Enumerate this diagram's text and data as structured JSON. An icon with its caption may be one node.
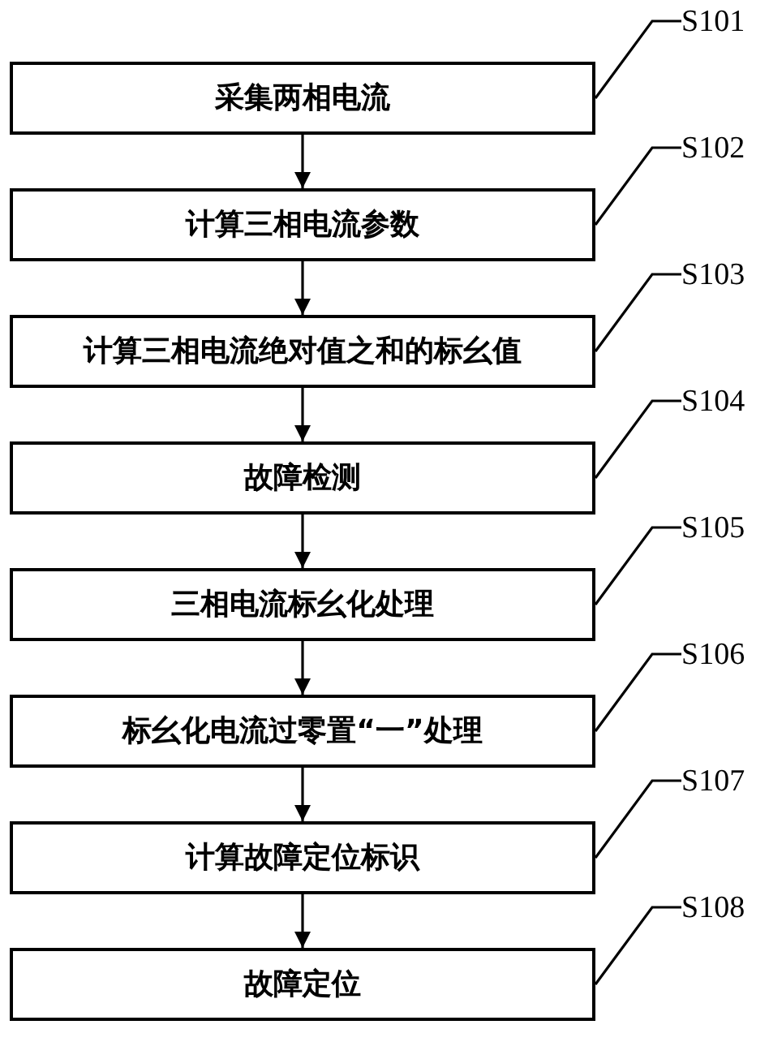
{
  "diagram": {
    "nodes": [
      {
        "text": [
          "采集两相电流"
        ]
      },
      {
        "text": [
          "计算三相电流参数"
        ]
      },
      {
        "text": [
          "计算三相电流绝对值之和的标幺值"
        ]
      },
      {
        "text": [
          "故障检测"
        ]
      },
      {
        "text": [
          "三相电流标幺化处理"
        ]
      },
      {
        "text": [
          "标幺化电流过零置“一”处理"
        ]
      },
      {
        "text": [
          "计算故障定位标识"
        ]
      },
      {
        "text": [
          "故障定位"
        ]
      },
      {
        "text": [
          "S101"
        ]
      },
      {
        "text": [
          "S102"
        ]
      },
      {
        "text": [
          "S103"
        ]
      },
      {
        "text": [
          "S104"
        ]
      },
      {
        "text": [
          "S105"
        ]
      },
      {
        "text": [
          "S106"
        ]
      },
      {
        "text": [
          "S107"
        ]
      },
      {
        "text": [
          "S108"
        ]
      }
    ],
    "edges": [
      {
        "from": 0,
        "to": 1,
        "arrow": "to"
      },
      {
        "from": 1,
        "to": 2,
        "arrow": "to"
      },
      {
        "from": 2,
        "to": 3,
        "arrow": "to"
      },
      {
        "from": 3,
        "to": 4,
        "arrow": "to"
      },
      {
        "from": 4,
        "to": 5,
        "arrow": "to"
      },
      {
        "from": 5,
        "to": 6,
        "arrow": "to"
      },
      {
        "from": 6,
        "to": 7,
        "arrow": "to"
      },
      {
        "from": 8,
        "to": 0,
        "arrow": "none"
      },
      {
        "from": 9,
        "to": 1,
        "arrow": "none"
      },
      {
        "from": 10,
        "to": 2,
        "arrow": "none"
      },
      {
        "from": 11,
        "to": 3,
        "arrow": "none"
      },
      {
        "from": 12,
        "to": 4,
        "arrow": "none"
      },
      {
        "from": 13,
        "to": 5,
        "arrow": "none"
      },
      {
        "from": 14,
        "to": 6,
        "arrow": "none"
      },
      {
        "from": 15,
        "to": 7,
        "arrow": "none"
      }
    ]
  }
}
